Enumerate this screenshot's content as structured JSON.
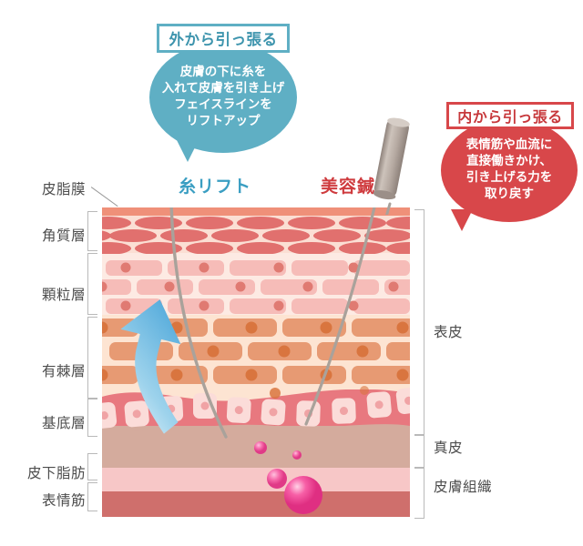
{
  "callouts": {
    "left": {
      "header": "外から引っ張る",
      "body": "皮膚の下に糸を\n入れて皮膚を引き上げ\nフェイスラインを\nリフトアップ",
      "color": "#5fafc4",
      "header_color": "#3d94ad"
    },
    "right": {
      "header": "内から引っ張る",
      "body": "表情筋や血流に\n直接働きかけ、\n引き上げる力を\n取り戻す",
      "color": "#d8474a",
      "header_color": "#c7383b"
    }
  },
  "titles": {
    "thread_lift": "糸リフト",
    "thread_lift_color": "#3a9ec2",
    "beauty_needle": "美容鍼",
    "beauty_needle_color": "#cf3b3e"
  },
  "left_labels": [
    {
      "text": "皮脂膜"
    },
    {
      "text": "角質層"
    },
    {
      "text": "顆粒層"
    },
    {
      "text": "有棘層"
    },
    {
      "text": "基底層"
    },
    {
      "text": "皮下脂肪"
    },
    {
      "text": "表情筋"
    }
  ],
  "right_labels": [
    {
      "text": "表皮"
    },
    {
      "text": "真皮"
    },
    {
      "text": "皮膚組織"
    }
  ],
  "layer_colors": {
    "sebum_film": "#ef9079",
    "stratum_corneum_bg": "#fbdfd4",
    "stratum_corneum_cell": "#e1706e",
    "granular_bg": "#fdeae3",
    "granular_cell": "#f6bcb8",
    "granular_dot": "#e07a72",
    "spinous_bg": "#fde4d2",
    "spinous_cell": "#e79a73",
    "spinous_dot": "#d9753f",
    "basal_band": "#e8787f",
    "dermis": "#d4ab9d",
    "subcutaneous_fat": "#f7c7c7",
    "facial_muscle": "#cf6f6c"
  },
  "objects": {
    "arrow_color_top": "#4aa6da",
    "arrow_color_bottom": "#d5ecf7",
    "needle_handle_color": "#b6aaa3",
    "needle_shaft_color": "#a9a29b",
    "thread_color": "#a9a29b",
    "bubble_color": "#ef4f9a"
  }
}
